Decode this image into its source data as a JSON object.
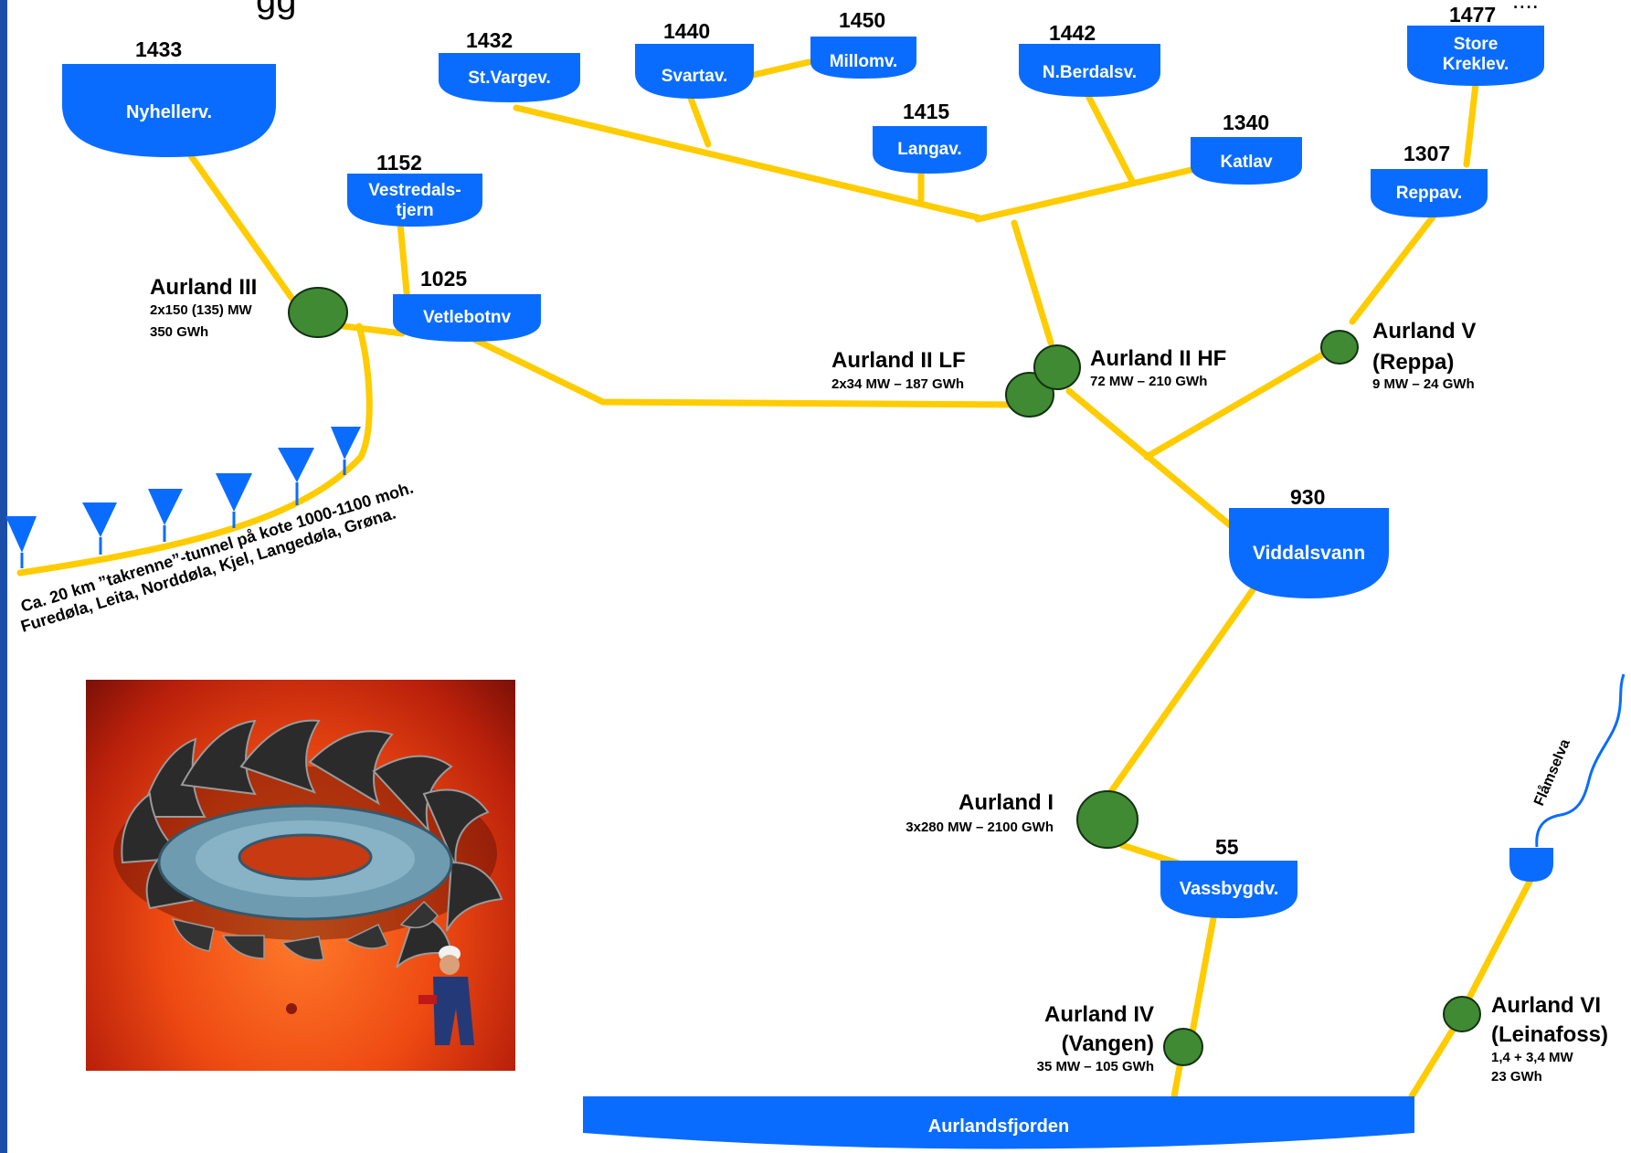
{
  "header": {
    "partial_top_text": "gg",
    "partial_top_right": "...."
  },
  "reservoirs": [
    {
      "id": "nyhellerv",
      "name": "Nyhellerv.",
      "elevation": "1433"
    },
    {
      "id": "stvargev",
      "name": "St.Vargev.",
      "elevation": "1432"
    },
    {
      "id": "svartav",
      "name": "Svartav.",
      "elevation": "1440"
    },
    {
      "id": "millomv",
      "name": "Millomv.",
      "elevation": "1450"
    },
    {
      "id": "nberdalsv",
      "name": "N.Berdalsv.",
      "elevation": "1442"
    },
    {
      "id": "storekreklev",
      "name": "Store Kreklev.",
      "elevation": "1477"
    },
    {
      "id": "langav",
      "name": "Langav.",
      "elevation": "1415"
    },
    {
      "id": "katlav",
      "name": "Katlav",
      "elevation": "1340"
    },
    {
      "id": "reppav",
      "name": "Reppav.",
      "elevation": "1307"
    },
    {
      "id": "vestredalstjern",
      "name": "Vestredals-tjern",
      "elevation": "1152"
    },
    {
      "id": "vetlebotnv",
      "name": "Vetlebotnv",
      "elevation": "1025"
    },
    {
      "id": "viddalsvann",
      "name": "Viddalsvann",
      "elevation": "930"
    },
    {
      "id": "vassbygdv",
      "name": "Vassbygdv.",
      "elevation": "55"
    },
    {
      "id": "aurlandsfjorden",
      "name": "Aurlandsfjorden",
      "elevation": ""
    },
    {
      "id": "flaamselva-pond",
      "name": "",
      "elevation": ""
    }
  ],
  "stations": [
    {
      "id": "aurland-iii",
      "name": "Aurland III",
      "capacity": "2x150 (135) MW",
      "production": "350 GWh"
    },
    {
      "id": "aurland-ii-lf",
      "name": "Aurland II LF",
      "capacity": "2x34 MW – 187 GWh",
      "production": ""
    },
    {
      "id": "aurland-ii-hf",
      "name": "Aurland II HF",
      "capacity": "72 MW – 210 GWh",
      "production": ""
    },
    {
      "id": "aurland-v",
      "name": "Aurland V",
      "subname": "(Reppa)",
      "capacity": "9 MW – 24 GWh"
    },
    {
      "id": "aurland-i",
      "name": "Aurland I",
      "capacity": "3x280 MW – 2100 GWh"
    },
    {
      "id": "aurland-iv",
      "name": "Aurland IV",
      "subname": "(Vangen)",
      "capacity": "35 MW – 105 GWh"
    },
    {
      "id": "aurland-vi",
      "name": "Aurland VI",
      "subname": "(Leinafoss)",
      "capacity": "1,4 + 3,4 MW",
      "production": "23 GWh"
    }
  ],
  "tunnel_note": {
    "line1": "Ca. 20 km ”takrenne”-tunnel på kote 1000-1100 moh.",
    "line2": "Furedøla, Leita, Norddøla, Kjel, Langedøla, Grøna."
  },
  "river_label": "Flåmselva",
  "colors": {
    "reservoir": "#0a6cff",
    "tunnel": "#ffcc00",
    "station": "#3f8a32",
    "border": "#1b4ea8"
  }
}
